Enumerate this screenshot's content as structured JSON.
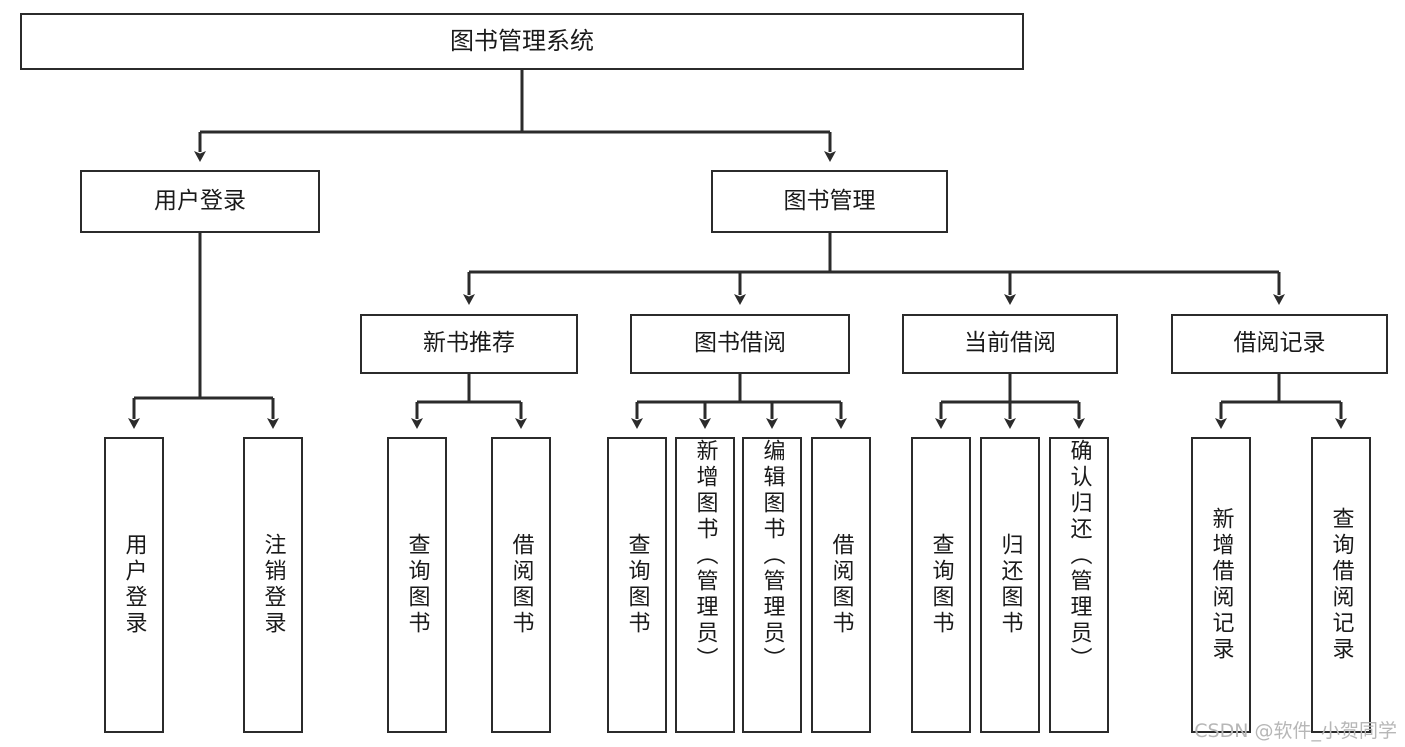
{
  "diagram": {
    "type": "tree-hierarchy",
    "title": "图书管理系统",
    "stroke_color": "#2b2b2b",
    "fill_color": "#ffffff",
    "text_color": "#1a1a1a",
    "root": {
      "label": "图书管理系统"
    },
    "level2": [
      {
        "label": "用户登录"
      },
      {
        "label": "图书管理"
      }
    ],
    "level3": [
      {
        "label": "新书推荐"
      },
      {
        "label": "图书借阅"
      },
      {
        "label": "当前借阅"
      },
      {
        "label": "借阅记录"
      }
    ],
    "leaves": {
      "user_login": [
        {
          "label": "用户登录"
        },
        {
          "label": "注销登录"
        }
      ],
      "new_book_recommend": [
        {
          "label": "查询图书"
        },
        {
          "label": "借阅图书"
        }
      ],
      "book_borrow": [
        {
          "label": "查询图书"
        },
        {
          "label": "新增图书（管理员）"
        },
        {
          "label": "编辑图书（管理员）"
        },
        {
          "label": "借阅图书"
        }
      ],
      "current_borrow": [
        {
          "label": "查询图书"
        },
        {
          "label": "归还图书"
        },
        {
          "label": "确认归还（管理员）"
        }
      ],
      "borrow_record": [
        {
          "label": "新增借阅记录"
        },
        {
          "label": "查询借阅记录"
        }
      ]
    }
  },
  "watermark": {
    "text": "CSDN @软件_小贺同学"
  }
}
